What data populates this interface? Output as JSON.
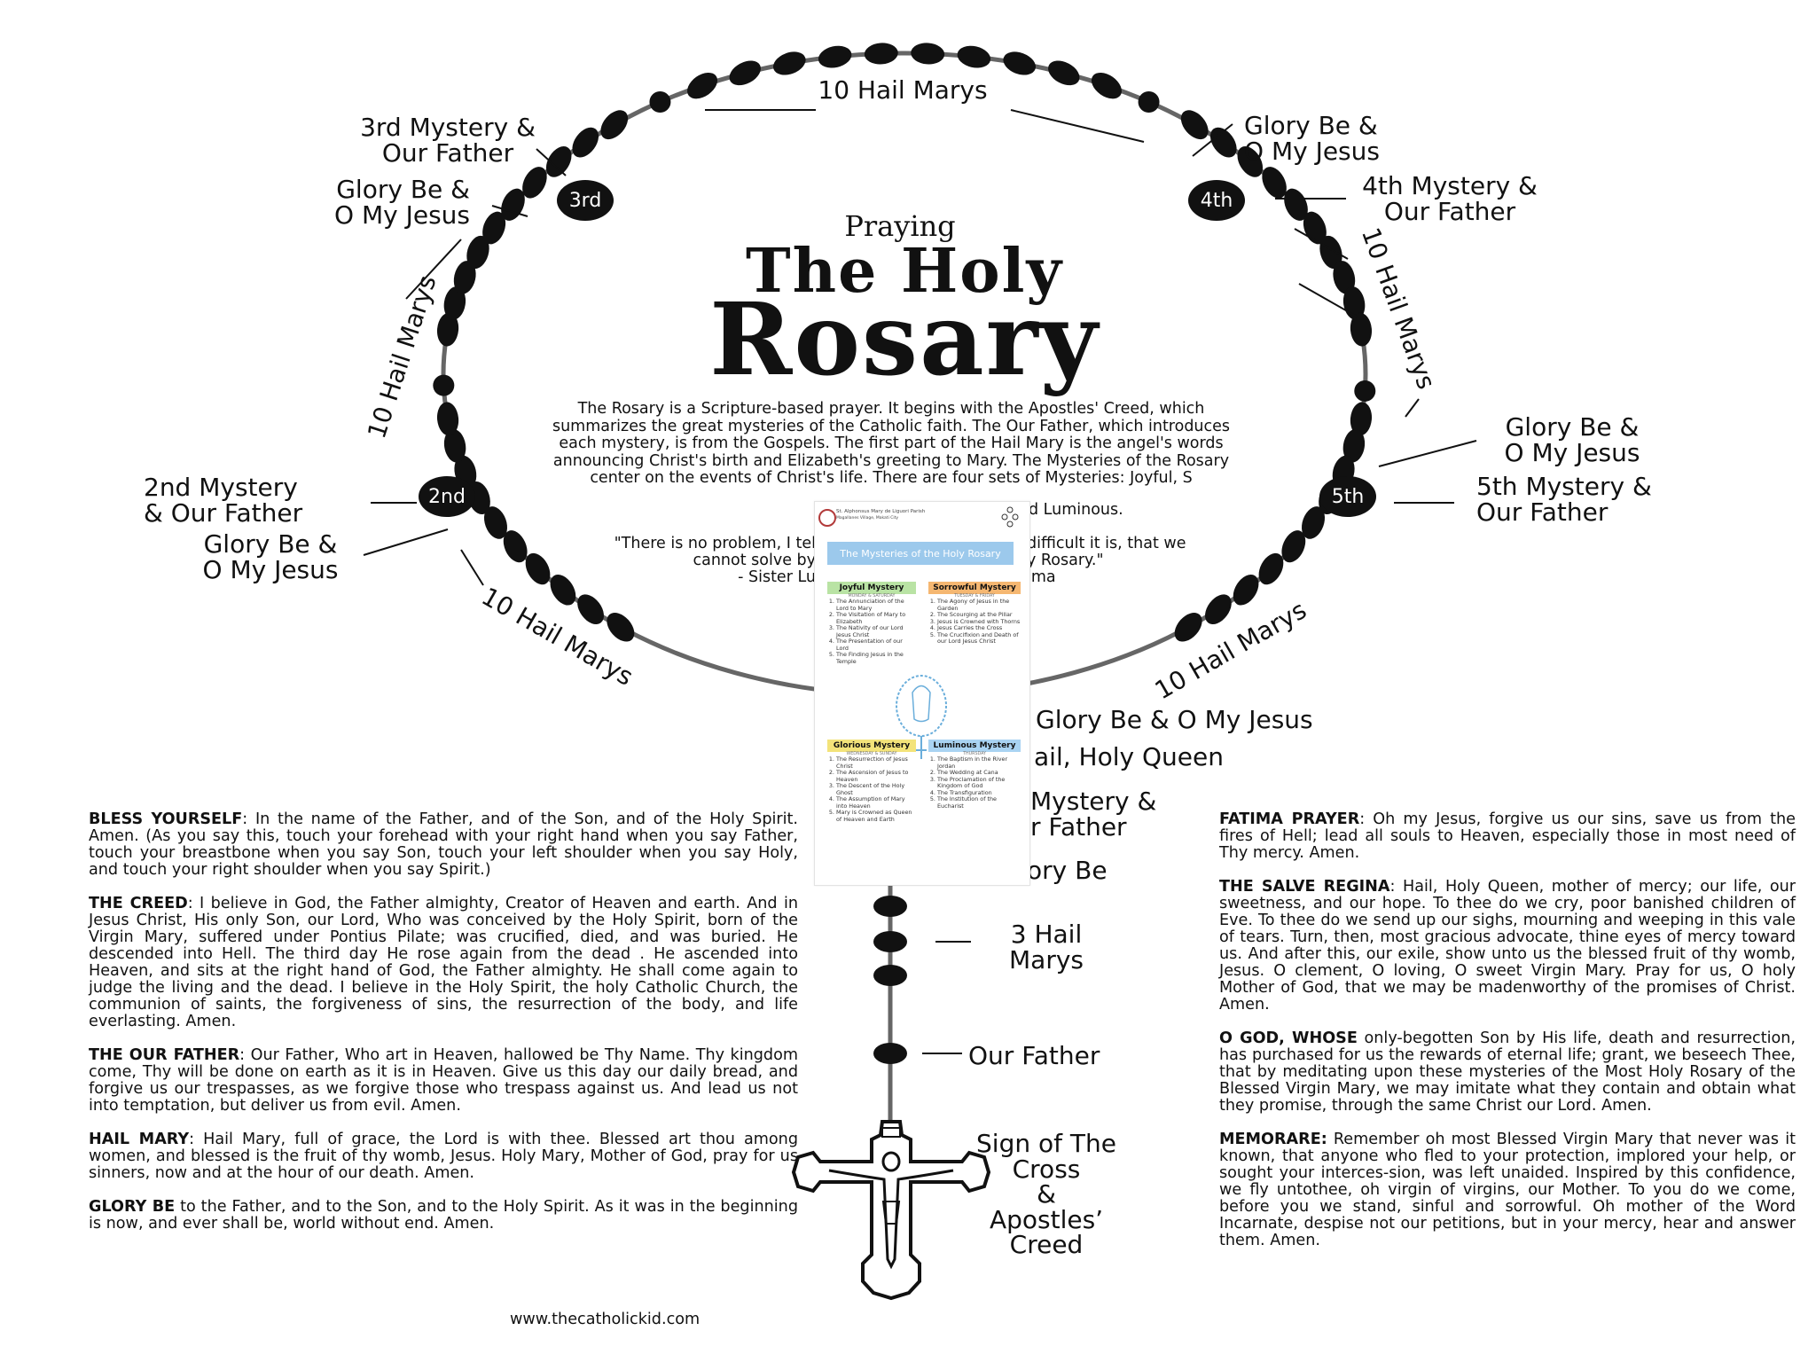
{
  "title": {
    "praying": "Praying",
    "holy": "The Holy",
    "rosary": "Rosary"
  },
  "intro_text": "The Rosary is a Scripture-based prayer. It begins with the Apostles' Creed, which summarizes the great mysteries of the Catholic faith. The Our Father, which introduces each mystery, is from the Gospels. The first part of the Hail Mary is the angel's words announcing Christ's birth and Elizabeth's greeting to Mary. The Mysteries of the Rosary center on the events of Christ's life. There are four sets of Mysteries: Joyful, S",
  "intro_tail": "d Luminous.",
  "quote": {
    "line1a": "\"There is no problem, I tel",
    "line1b": "difficult it is, that we",
    "line2a": "cannot solve by",
    "line2b": "y Rosary.\"",
    "line3a": "- Sister Lu",
    "line3b": "ima"
  },
  "labels": {
    "hail_top": "10 Hail Marys",
    "third_mystery": "3rd Mystery &\nOur Father",
    "glory_upper_left": "Glory Be &\nO My Jesus",
    "hail_left": "10 Hail Marys",
    "second_mystery": "2nd Mystery\n& Our Father",
    "glory_lower_left": "Glory Be &\nO My Jesus",
    "hail_bottom_left": "10 Hail Marys",
    "glory_upper_right": "Glory Be &\nO My Jesus",
    "fourth_mystery": "4th Mystery &\nOur Father",
    "hail_right": "10 Hail Marys",
    "glory_right": "Glory Be &\nO My Jesus",
    "fifth_mystery": "5th Mystery &\nOur Father",
    "hail_bottom_right": "10 Hail Marys",
    "glory_bottom": "Glory Be & O My Jesus",
    "hail_holy_queen": "ail, Holy Queen",
    "first_mystery": "Mystery &\nr Father",
    "glory_be_stem": "ory Be",
    "three_hail": "3 Hail\nMarys",
    "our_father": "Our Father",
    "sign_cross": "Sign of The\nCross\n&\nApostles’\nCreed"
  },
  "medal_labels": {
    "third": "3rd",
    "second": "2nd",
    "fourth": "4th",
    "fifth": "5th"
  },
  "prayers_left": [
    {
      "head": "BLESS YOURSELF",
      "text": ": In the name of the Father, and of the Son, and of the Holy Spirit. Amen. (As you say this, touch your forehead with your right hand when you say Father, touch your breastbone when you say Son, touch your left shoulder when you say Holy, and touch your right shoulder when you say Spirit.)"
    },
    {
      "head": "THE CREED",
      "text": ": I believe in God, the Father almighty, Creator of Heaven and earth. And in Jesus Christ, His only Son, our Lord, Who was conceived by the Holy Spirit, born of the Virgin Mary, suffered under Pontius Pilate; was crucified, died, and was buried. He descended into Hell. The third day He rose again from the dead . He ascended into Heaven, and sits at the right hand of God, the Father almighty. He shall come again to judge the living and the dead. I believe in the Holy Spirit, the holy Catholic Church, the communion of saints, the forgiveness of sins, the resurrection of the body, and life everlasting. Amen."
    },
    {
      "head": "THE OUR FATHER",
      "text": ": Our Father, Who art in Heaven, hallowed be Thy Name. Thy kingdom come, Thy will be done on earth as it is in Heaven. Give us this day our daily bread, and forgive us our trespasses, as we forgive those who trespass against us. And lead us not into temptation, but deliver us from evil. Amen."
    },
    {
      "head": "HAIL MARY",
      "text": ": Hail Mary, full of grace, the Lord is with thee. Blessed art thou among women, and blessed is the fruit of thy womb, Jesus. Holy Mary, Mother of God, pray for us sinners, now and at the hour of our death. Amen."
    },
    {
      "head": "GLORY BE",
      "text": " to the Father, and to the Son, and to the Holy Spirit. As it was in the beginning is now, and ever shall be, world without end. Amen."
    }
  ],
  "website": "www.thecatholickid.com",
  "prayers_right": [
    {
      "head": "FATIMA PRAYER",
      "text": ": Oh my Jesus, forgive us our sins, save us from the fires of Hell; lead all souls to Heaven, especially those in most need of Thy mercy. Amen."
    },
    {
      "head": "THE SALVE REGINA",
      "text": ": Hail, Holy Queen, mother of mercy; our life, our sweetness, and our hope. To thee do we cry, poor banished children of Eve. To thee do we send up our sighs, mourning and weeping in this vale of tears. Turn, then, most gracious advocate, thine eyes of mercy toward us. And after this, our exile, show unto us the blessed fruit of thy womb, Jesus. O clement,  O loving, O sweet Virgin Mary. Pray for us, O holy Mother of God, that we may  be madenworthy of the promises of Christ. Amen."
    },
    {
      "head": "O GOD, WHOSE",
      "text": " only-begotten Son by His life, death and resurrection, has purchased for us the rewards of eternal life; grant, we beseech Thee, that by meditating upon these mysteries of the Most Holy Rosary of the Blessed Virgin Mary, we may imitate what they contain and obtain what they promise, through the same Christ our Lord. Amen."
    },
    {
      "head": "MEMORARE:",
      "text": " Remember oh most Blessed Virgin Mary that never was it known, that anyone who fled to your protection, implored your help, or sought your interces-sion, was left unaided. Inspired by this confidence, we fly untothee, oh virgin of virgins, our Mother. To you do we come, before you we stand, sinful and sorrowful. Oh mother of the Word Incarnate, despise not our petitions, but in your mercy, hear and answer them. Amen."
    }
  ],
  "overlay": {
    "parish": "St. Alphonsus Mary de Liguori Parish",
    "parish_sub": "Magallanes Village, Makati City",
    "title": "The Mysteries of the Holy Rosary",
    "sections": [
      {
        "name": "Joyful Mystery",
        "days": "MONDAY & SATURDAY",
        "color": "#b9e3a4",
        "items": [
          "The Annunciation of the Lord to Mary",
          "The Visitation of Mary to Elizabeth",
          "The Nativity of our Lord Jesus Christ",
          "The Presentation of our Lord",
          "The Finding Jesus in the Temple"
        ]
      },
      {
        "name": "Sorrowful  Mystery",
        "days": "TUESDAY & FRIDAY",
        "color": "#f5b771",
        "items": [
          "The Agony of Jesus in the Garden",
          "The Scourging at the Pillar",
          "Jesus is Crowned with Thorns",
          "Jesus Carries the Cross",
          "The Crucifixion and Death of our Lord Jesus Christ"
        ]
      },
      {
        "name": "Glorious Mystery",
        "days": "WEDNESDAY & SUNDAY",
        "color": "#f3e37a",
        "items": [
          "The Resurrection of Jesus Christ",
          "The Ascension of Jesus to Heaven",
          "The Descent of the Holy Ghost",
          "The Assumption of Mary into Heaven",
          "Mary is Crowned as Queen of Heaven and Earth"
        ]
      },
      {
        "name": "Luminous Mystery",
        "days": "THURSDAY",
        "color": "#a9d3f2",
        "items": [
          "The Baptism in the River Jordan",
          "The Wedding at Cana",
          "The Proclamation of the Kingdom of God",
          "The Transfiguration",
          "The Institution of the Eucharist"
        ]
      }
    ]
  },
  "colors": {
    "bead": "#111111",
    "chain": "#666666",
    "text": "#111111",
    "overlay_title_bg": "#9cc9ec"
  }
}
